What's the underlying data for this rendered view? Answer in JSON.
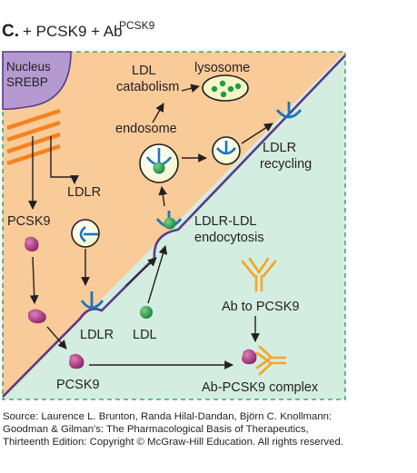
{
  "title": {
    "panel": "C.",
    "prefix": "+ PCSK9 + Ab",
    "superscript": "PCSK9"
  },
  "labels": {
    "nucleus_line1": "Nucleus",
    "nucleus_line2": "SREBP",
    "ldl_catabolism_line1": "LDL",
    "ldl_catabolism_line2": "catabolism",
    "lysosome": "lysosome",
    "endosome": "endosome",
    "ldlr_recycling_line1": "LDLR",
    "ldlr_recycling_line2": "recycling",
    "ldlr_ldl_endocytosis_line1": "LDLR-LDL",
    "ldlr_ldl_endocytosis_line2": "endocytosis",
    "pcsk9_upper": "PCSK9",
    "ldlr_upper": "LDLR",
    "ldlr_surface": "LDLR",
    "ldl": "LDL",
    "pcsk9_lower": "PCSK9",
    "ab_to_pcsk9": "Ab to PCSK9",
    "ab_pcsk9_complex": "Ab-PCSK9 complex"
  },
  "source": {
    "line1": "Source: Laurence L. Brunton, Randa Hilal-Dandan, Björn C. Knollmann:",
    "line2": "Goodman & Gilman's: The Pharmacological Basis of Therapeutics,",
    "line3": "Thirteenth Edition: Copyright © McGraw-Hill Education. All rights reserved."
  },
  "colors": {
    "cell_interior": "#f9cb99",
    "extracellular": "#d3ede0",
    "nucleus": "#b49ad0",
    "membrane": "#5a3b8c",
    "er": "#f58220",
    "receptor": "#1b75bb",
    "ldl_particle": "#1f9a49",
    "pcsk9": "#a8347f",
    "antibody": "#f5a623"
  }
}
